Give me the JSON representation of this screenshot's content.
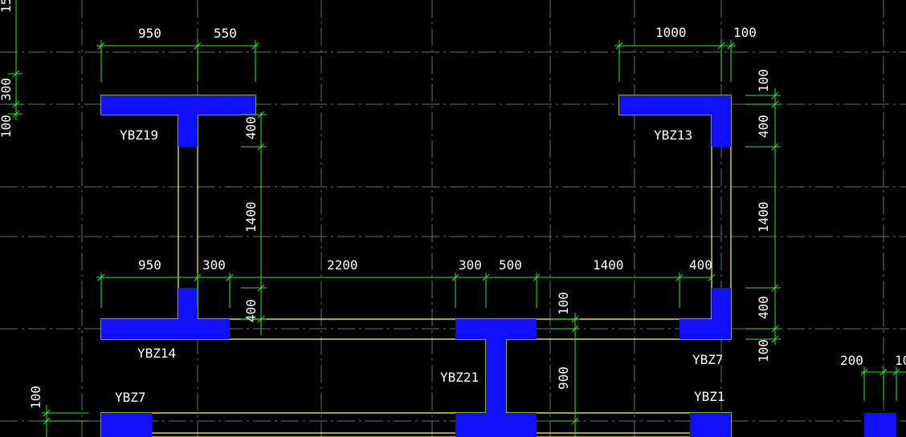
{
  "column_labels": {
    "ybz19": "YBZ19",
    "ybz13": "YBZ13",
    "ybz14": "YBZ14",
    "ybz21": "YBZ21",
    "ybz7_right": "YBZ7",
    "ybz7_left": "YBZ7",
    "ybz1": "YBZ1"
  },
  "dimensions": {
    "top_left_950": "950",
    "top_left_550": "550",
    "top_right_1000": "1000",
    "top_right_100": "100",
    "mid_950": "950",
    "mid_300_a": "300",
    "mid_2200": "2200",
    "mid_300_b": "300",
    "mid_500": "500",
    "mid_1400": "1400",
    "mid_400": "400",
    "left_v_400_top": "400",
    "left_v_1400": "1400",
    "left_v_400_bot": "400",
    "right_v_100_top": "100",
    "right_v_400_top": "400",
    "right_v_1400": "1400",
    "right_v_400_bot": "400",
    "right_v_100_bot": "100",
    "center_v_100": "100",
    "center_v_900": "900",
    "far_right_200": "200",
    "far_right_10": "10",
    "far_left_300": "300",
    "far_left_100": "100",
    "far_left_15": "15",
    "bottom_left_100": "100"
  },
  "colors": {
    "background": "#000000",
    "wall_line": "#ffff44",
    "column_fill": "#1010ff",
    "dimension_line": "#2ee82e",
    "grid_line": "#6e6e6e",
    "text": "#ffffff"
  }
}
